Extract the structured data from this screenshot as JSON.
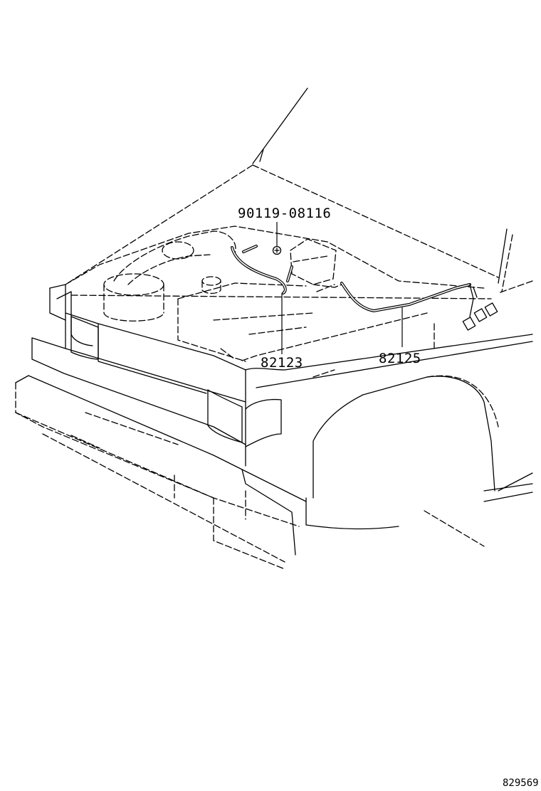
{
  "callouts": {
    "bolt": "90119-08116",
    "harness_left": "82123",
    "harness_right": "82125"
  },
  "figure_id": "829569",
  "colors": {
    "line": "#000000",
    "background": "#ffffff"
  }
}
